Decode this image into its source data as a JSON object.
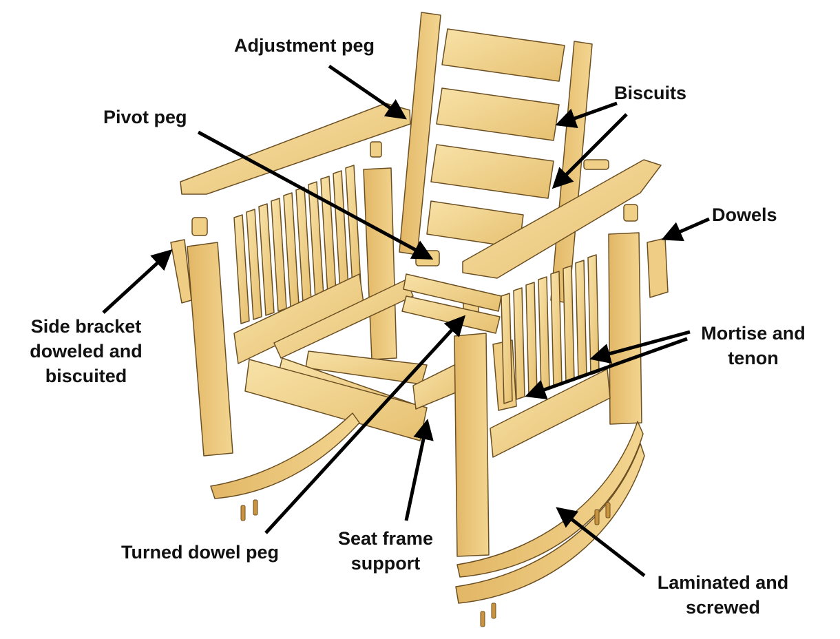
{
  "colors": {
    "wood_light": "#f6dc9c",
    "wood_mid": "#ebc87a",
    "wood_dark": "#d3a85a",
    "edge": "#6b4f22",
    "arrow": "#000000"
  },
  "labels": {
    "adjustment_peg": "Adjustment peg",
    "biscuits": "Biscuits",
    "pivot_peg": "Pivot peg",
    "dowels": "Dowels",
    "side_bracket": [
      "Side bracket",
      "doweled and",
      "biscuited"
    ],
    "mortise_tenon": [
      "Mortise and",
      "tenon"
    ],
    "turned_dowel_peg": "Turned dowel peg",
    "seat_frame_support": [
      "Seat frame",
      "support"
    ],
    "laminated_screwed": [
      "Laminated and",
      "screwed"
    ]
  }
}
